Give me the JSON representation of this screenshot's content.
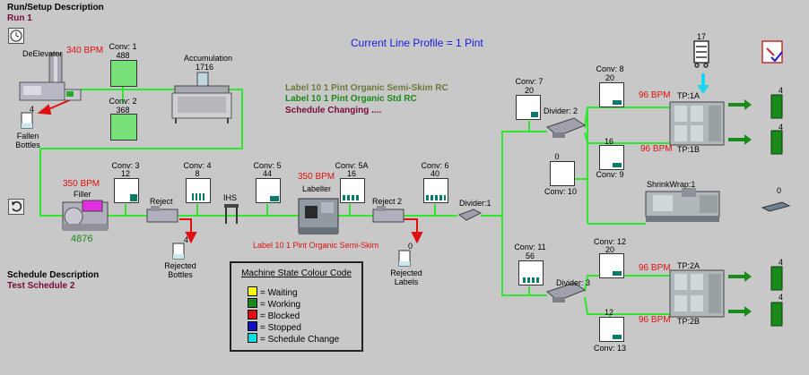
{
  "header": {
    "run_setup_title": "Run/Setup Description",
    "run_value": "Run 1",
    "line_profile": "Current Line Profile = 1 Pint",
    "schedule_title": "Schedule Description",
    "schedule_value": "Test Schedule 2"
  },
  "labels_info": {
    "line1": "Label 10 1 Pint Organic Semi-Skim RC",
    "line2": "Label 10 1 Pint Organic Std RC",
    "line3": "Schedule Changing ...."
  },
  "deelevator": {
    "name": "DeElevator",
    "bpm": "340 BPM",
    "fallen_count": "4",
    "fallen_label": "Fallen\nBottles"
  },
  "conveyors": {
    "conv1": {
      "name": "Conv: 1",
      "count": "488"
    },
    "conv2": {
      "name": "Conv: 2",
      "count": "368"
    },
    "conv3": {
      "name": "Conv: 3",
      "count": "12"
    },
    "conv4": {
      "name": "Conv: 4",
      "count": "8"
    },
    "conv5": {
      "name": "Conv: 5",
      "count": "44"
    },
    "conv5a": {
      "name": "Conv: 5A",
      "count": "16"
    },
    "conv6": {
      "name": "Conv: 6",
      "count": "40"
    },
    "conv7": {
      "name": "Conv: 7",
      "count": "20"
    },
    "conv8": {
      "name": "Conv: 8",
      "count": "20"
    },
    "conv9": {
      "name": "Conv: 9",
      "count": "16"
    },
    "conv10": {
      "name": "Conv: 10",
      "count": "0"
    },
    "conv11": {
      "name": "Conv: 11",
      "count": "56"
    },
    "conv12": {
      "name": "Conv: 12",
      "count": "20"
    },
    "conv13": {
      "name": "Conv: 13",
      "count": "12"
    }
  },
  "accumulation": {
    "name": "Accumulation",
    "count": "1716"
  },
  "filler": {
    "bpm": "350 BPM",
    "name": "Filler",
    "count": "4876"
  },
  "reject": {
    "name": "Reject",
    "count": "4",
    "bin_label": "Rejected\nBottles"
  },
  "ihs": {
    "name": "IHS"
  },
  "labeller": {
    "bpm": "350 BPM",
    "name": "Labeller",
    "label_text": "Label 10 1 Pint Organic Semi-Skim"
  },
  "reject2": {
    "name": "Reject 2",
    "count": "0",
    "bin_label": "Rejected\nLabels"
  },
  "divider1": {
    "name": "Divider:1"
  },
  "divider2": {
    "name": "Divider: 2"
  },
  "divider3": {
    "name": "Divider: 3"
  },
  "tp1a": {
    "name": "TP:1A",
    "bpm": "96 BPM",
    "out": "4"
  },
  "tp1b": {
    "name": "TP:1B",
    "bpm": "96 BPM",
    "out": "4"
  },
  "tp2a": {
    "name": "TP:2A",
    "bpm": "96 BPM",
    "out": "4"
  },
  "tp2b": {
    "name": "TP:2B",
    "bpm": "96 BPM",
    "out": "4"
  },
  "shrinkwrap": {
    "name": "ShrinkWrap:1",
    "out": "0"
  },
  "trolley": {
    "count": "17"
  },
  "legend": {
    "title": "Machine State Colour Code",
    "items": [
      {
        "label": "= Waiting",
        "color": "#ffff00"
      },
      {
        "label": "= Working",
        "color": "#1a8a1a"
      },
      {
        "label": "= Blocked",
        "color": "#e01010"
      },
      {
        "label": "= Stopped",
        "color": "#1010c0"
      },
      {
        "label": "= Schedule Change",
        "color": "#00e0e0"
      }
    ]
  },
  "colors": {
    "line": "#2ee82e",
    "conveyor_box": "#78e078",
    "red_text": "#e01010",
    "maroon": "#7a0a3c"
  },
  "icons": [
    "clock-icon",
    "refresh-icon",
    "report-icon",
    "trolley-icon",
    "pallet-icon"
  ]
}
